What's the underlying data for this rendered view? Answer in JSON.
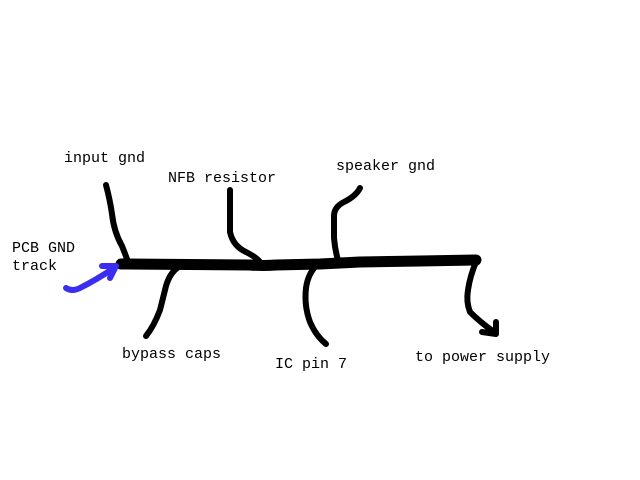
{
  "labels": {
    "input_gnd": "input gnd",
    "nfb_resistor": "NFB resistor",
    "speaker_gnd": "speaker gnd",
    "pcb_gnd_track": "PCB GND\ntrack",
    "bypass_caps": "bypass caps",
    "ic_pin_7": "IC pin 7",
    "to_power_supply": "to power supply"
  },
  "colors": {
    "wire": "#000000",
    "arrow": "#3b2ef0",
    "background": "#ffffff"
  }
}
